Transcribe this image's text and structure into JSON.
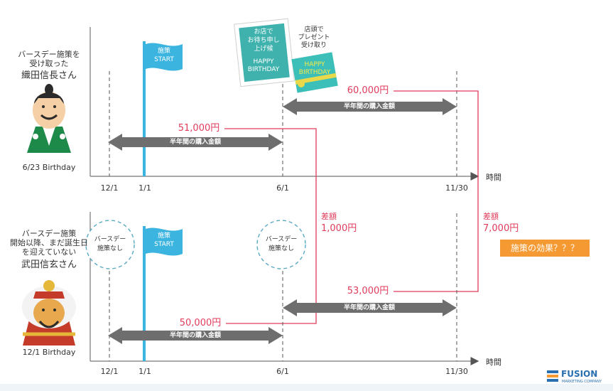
{
  "persons": [
    {
      "caption_line1": "バースデー施策を",
      "caption_line2": "受け取った",
      "name": "織田信長さん",
      "birthday": "6/23 Birthday",
      "flag_text1": "施策",
      "flag_text2": "START",
      "amount_before": "51,000円",
      "amount_after": "60,000円",
      "bar_label": "半年間の購入金額",
      "diff_label": "差額",
      "diff_value": "1,000円",
      "ticks": [
        "12/1",
        "1/1",
        "6/1",
        "11/30"
      ],
      "axis_label": "時間"
    },
    {
      "caption_line1": "バースデー施策",
      "caption_line2": "開始以降、まだ誕生日",
      "caption_line3": "を迎えていない",
      "name": "武田信玄さん",
      "birthday": "12/1 Birthday",
      "flag_text1": "施策",
      "flag_text2": "START",
      "no_campaign": [
        "バースデー",
        "施策なし"
      ],
      "amount_before": "50,000円",
      "amount_after": "53,000円",
      "bar_label": "半年間の購入金額",
      "diff_label": "差額",
      "diff_value": "7,000円",
      "ticks": [
        "12/1",
        "1/1",
        "6/1",
        "11/30"
      ],
      "axis_label": "時間"
    }
  ],
  "store_card": {
    "line1": "お店で",
    "line2": "お待ち申し",
    "line3": "上げ候",
    "happy": "HAPPY",
    "birthday": "BIRTHDAY"
  },
  "gift_card": {
    "happy": "HAPPY",
    "birthday": "BIRTHDAY"
  },
  "gift_caption": [
    "店頭で",
    "プレゼント",
    "受け取り"
  ],
  "effect_chip": "施策の効果？？？",
  "logo": {
    "name": "FUSION",
    "tagline": "MARKETING COMPANY"
  },
  "colors": {
    "accent_red": "#e03c5c",
    "flag_blue": "#3bb4e0",
    "arrow_gray": "#6e6e6e",
    "chip_orange": "#f59a32"
  }
}
